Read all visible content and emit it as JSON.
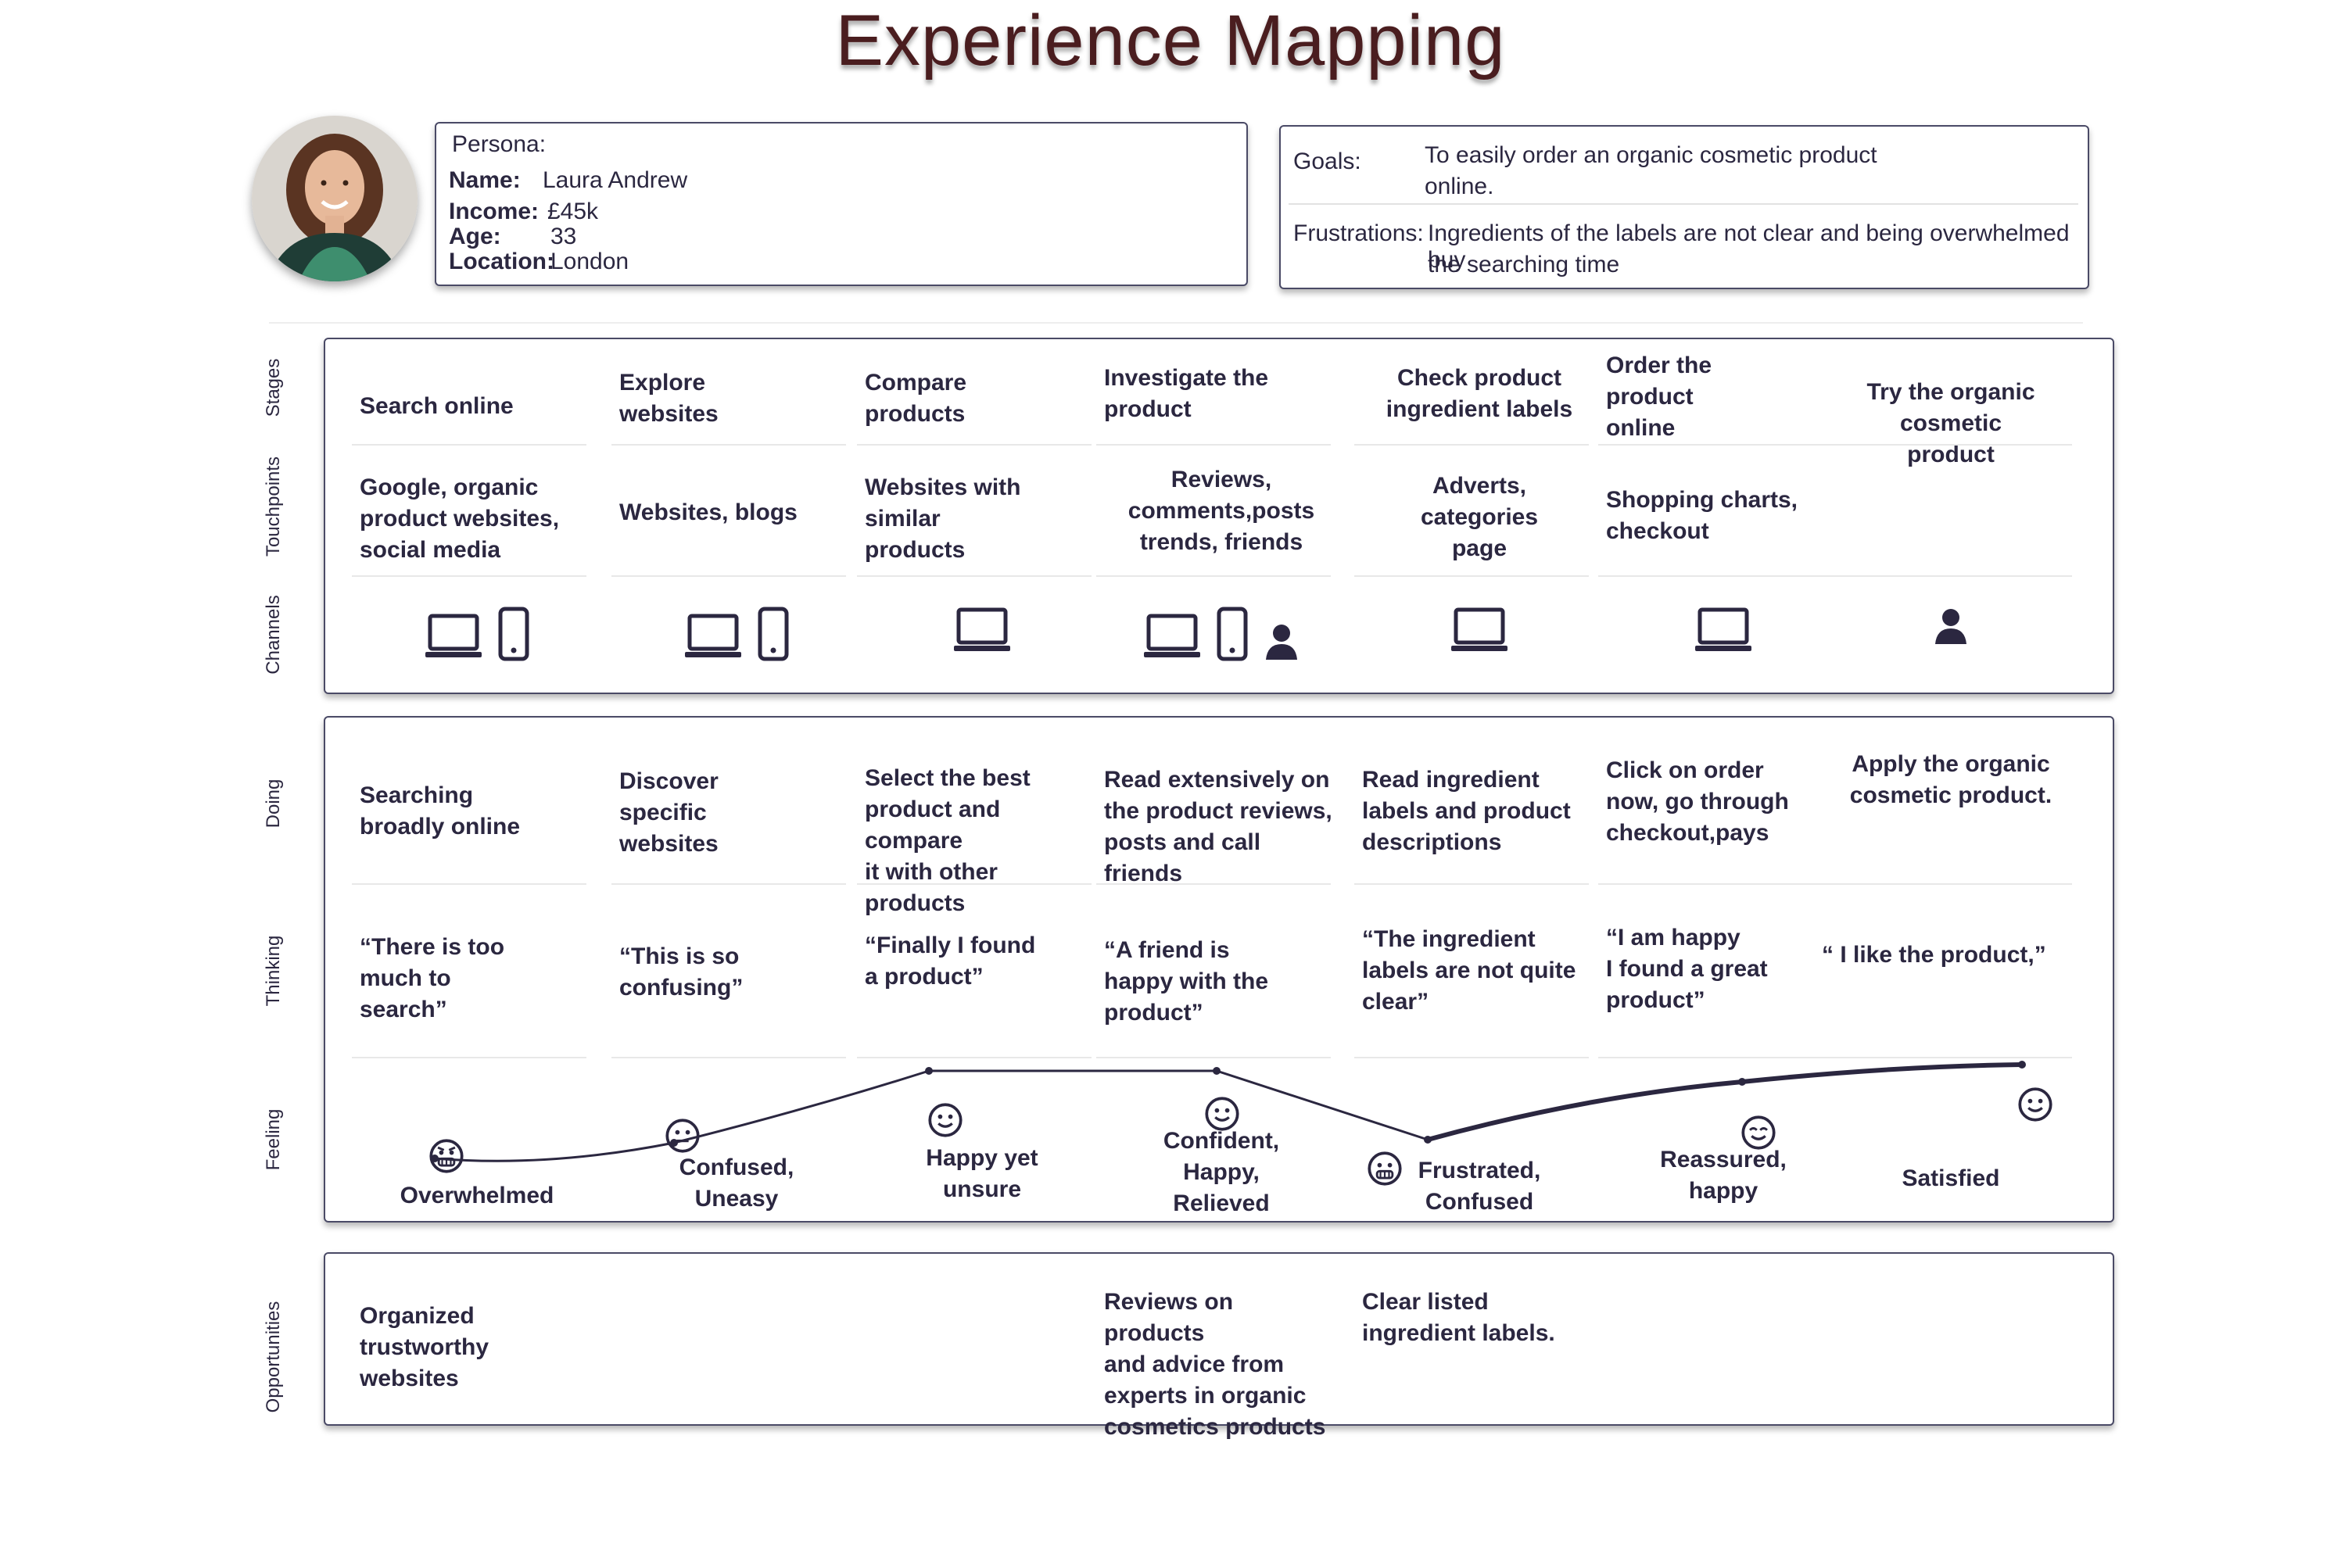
{
  "title": "Experience Mapping",
  "persona": {
    "heading": "Persona:",
    "name_label": "Name:",
    "name": "Laura Andrew",
    "income_label": "Income:",
    "income": "£45k",
    "age_label": "Age:",
    "age": "33",
    "location_label": "Location:",
    "location": "London"
  },
  "goals": {
    "goals_label": "Goals:",
    "goals_line1": "To easily order an organic cosmetic product",
    "goals_line2": "online.",
    "frustrations_label": "Frustrations:",
    "frustrations_line1": "Ingredients of the labels are not clear and being overwhelmed buy",
    "frustrations_line2": "the searching time"
  },
  "row_labels": {
    "stages": "Stages",
    "touchpoints": "Touchpoints",
    "channels": "Channels",
    "doing": "Doing",
    "thinking": "Thinking",
    "feeling": "Feeling",
    "opportunities": "Opportunities"
  },
  "stages": [
    [
      "Search online"
    ],
    [
      "Explore",
      "websites"
    ],
    [
      "Compare",
      "products"
    ],
    [
      "Investigate the",
      "product"
    ],
    [
      "Check product",
      "ingredient labels"
    ],
    [
      "Order the",
      "product",
      "online"
    ],
    [
      "Try the organic cosmetic",
      "product"
    ]
  ],
  "touchpoints": [
    [
      "Google, organic",
      "product websites,",
      "social media"
    ],
    [
      "Websites, blogs"
    ],
    [
      "Websites with",
      "similar",
      "products"
    ],
    [
      "Reviews,",
      "comments,posts",
      "trends, friends"
    ],
    [
      "Adverts,",
      "categories",
      "page"
    ],
    [
      "Shopping charts,",
      "checkout"
    ],
    []
  ],
  "channels": [
    [
      "laptop-icon",
      "phone-icon"
    ],
    [
      "laptop-icon",
      "phone-icon"
    ],
    [
      "laptop-icon"
    ],
    [
      "laptop-icon",
      "phone-icon",
      "person-icon"
    ],
    [
      "laptop-icon"
    ],
    [
      "laptop-icon"
    ],
    [
      "person-icon"
    ]
  ],
  "doing": [
    [
      "Searching",
      "broadly online"
    ],
    [
      "Discover",
      "specific",
      "websites"
    ],
    [
      "Select the best",
      "product and compare",
      "it with other products"
    ],
    [
      "Read extensively on",
      "the product reviews,",
      "posts and call friends"
    ],
    [
      "Read ingredient",
      "labels  and product",
      "descriptions"
    ],
    [
      "Click on order",
      "now, go through",
      "checkout,pays"
    ],
    [
      "Apply the organic",
      "cosmetic product."
    ]
  ],
  "thinking": [
    [
      "“There is too",
      "much to",
      "search”"
    ],
    [
      "“This is so",
      "confusing”"
    ],
    [
      "“Finally I found",
      "a product”"
    ],
    [
      "“A friend is",
      "happy with the",
      "product”"
    ],
    [
      "“The ingredient",
      "labels are not quite",
      "clear”"
    ],
    [
      "“I am happy",
      " I found a great",
      "product”"
    ],
    [
      "“ I like the product,”"
    ]
  ],
  "feeling": [
    [
      "Overwhelmed"
    ],
    [
      "Confused,",
      "Uneasy"
    ],
    [
      "Happy yet",
      "unsure"
    ],
    [
      "Confident,",
      "Happy,",
      "Relieved"
    ],
    [
      "Frustrated,",
      "Confused"
    ],
    [
      "Reassured,",
      "happy"
    ],
    [
      "Satisfied"
    ]
  ],
  "feeling_faces": [
    "angry-face-icon",
    "neutral-face-icon",
    "smile-face-icon",
    "smile-face-icon",
    "grimace-face-icon",
    "relieved-face-icon",
    "smile-face-icon"
  ],
  "opportunities": [
    [
      "Organized",
      "trustworthy",
      "websites"
    ],
    [],
    [],
    [
      "Reviews on products",
      "and advice from",
      "experts in organic",
      "cosmetics products"
    ],
    [
      "Clear listed",
      "ingredient labels."
    ],
    [],
    []
  ]
}
